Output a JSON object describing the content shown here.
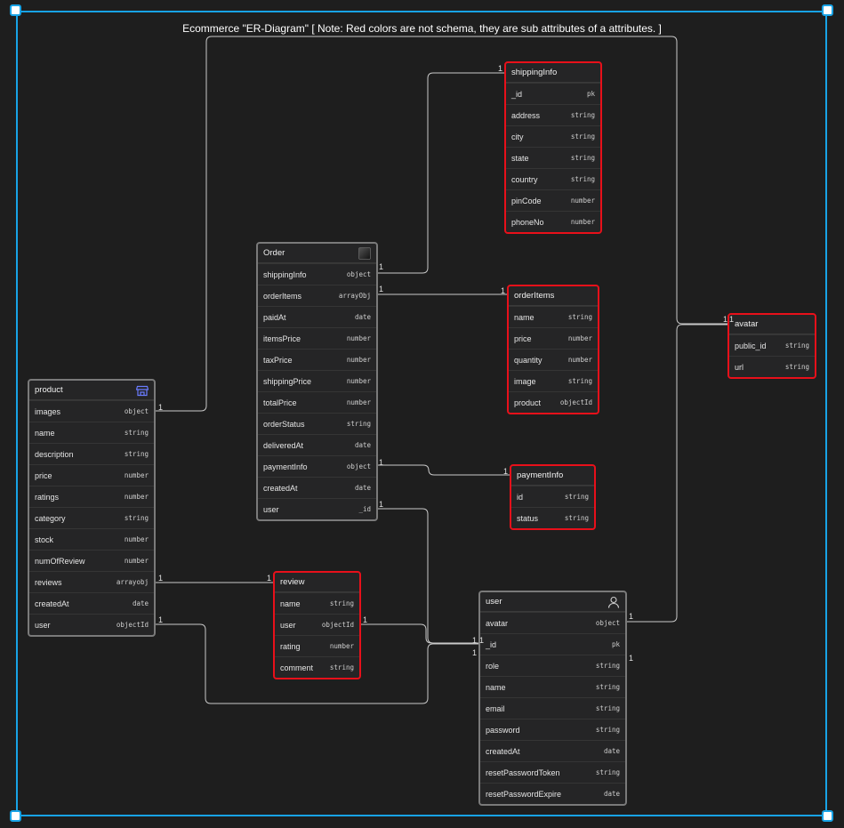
{
  "title": "Ecommerce \"ER-Diagram\"  [ Note: Red colors are not schema, they are sub attributes of a attributes. ]",
  "colors": {
    "selection": "#18a3e6",
    "sub_attribute_border": "#e8101a",
    "schema_border": "#7a7a7a",
    "background": "#1e1e1e"
  },
  "tables": {
    "product": {
      "name": "product",
      "icon": "store-icon",
      "fields": [
        {
          "name": "images",
          "type": "object"
        },
        {
          "name": "name",
          "type": "string"
        },
        {
          "name": "description",
          "type": "string"
        },
        {
          "name": "price",
          "type": "number"
        },
        {
          "name": "ratings",
          "type": "number"
        },
        {
          "name": "category",
          "type": "string"
        },
        {
          "name": "stock",
          "type": "number"
        },
        {
          "name": "numOfReview",
          "type": "number"
        },
        {
          "name": "reviews",
          "type": "arrayobj"
        },
        {
          "name": "createdAt",
          "type": "date"
        },
        {
          "name": "user",
          "type": "objectId"
        }
      ]
    },
    "order": {
      "name": "Order",
      "icon": "square-icon",
      "fields": [
        {
          "name": "shippingInfo",
          "type": "object"
        },
        {
          "name": "orderItems",
          "type": "arrayObj"
        },
        {
          "name": "paidAt",
          "type": "date"
        },
        {
          "name": "itemsPrice",
          "type": "number"
        },
        {
          "name": "taxPrice",
          "type": "number"
        },
        {
          "name": "shippingPrice",
          "type": "number"
        },
        {
          "name": "totalPrice",
          "type": "number"
        },
        {
          "name": "orderStatus",
          "type": "string"
        },
        {
          "name": "deliveredAt",
          "type": "date"
        },
        {
          "name": "paymentInfo",
          "type": "object"
        },
        {
          "name": "createdAt",
          "type": "date"
        },
        {
          "name": "user",
          "type": "_id"
        }
      ]
    },
    "shippingInfo": {
      "name": "shippingInfo",
      "fields": [
        {
          "name": "_id",
          "type": "pk"
        },
        {
          "name": "address",
          "type": "string"
        },
        {
          "name": "city",
          "type": "string"
        },
        {
          "name": "state",
          "type": "string"
        },
        {
          "name": "country",
          "type": "string"
        },
        {
          "name": "pinCode",
          "type": "number"
        },
        {
          "name": "phoneNo",
          "type": "number"
        }
      ]
    },
    "orderItems": {
      "name": "orderItems",
      "fields": [
        {
          "name": "name",
          "type": "string"
        },
        {
          "name": "price",
          "type": "number"
        },
        {
          "name": "quantity",
          "type": "number"
        },
        {
          "name": "image",
          "type": "string"
        },
        {
          "name": "product",
          "type": "objectId"
        }
      ]
    },
    "avatar": {
      "name": "avatar",
      "fields": [
        {
          "name": "public_id",
          "type": "string"
        },
        {
          "name": "url",
          "type": "string"
        }
      ]
    },
    "paymentInfo": {
      "name": "paymentInfo",
      "fields": [
        {
          "name": "id",
          "type": "string"
        },
        {
          "name": "status",
          "type": "string"
        }
      ]
    },
    "review": {
      "name": "review",
      "fields": [
        {
          "name": "name",
          "type": "string"
        },
        {
          "name": "user",
          "type": "objectId"
        },
        {
          "name": "rating",
          "type": "number"
        },
        {
          "name": "comment",
          "type": "string"
        }
      ]
    },
    "user": {
      "name": "user",
      "icon": "person-icon",
      "fields": [
        {
          "name": "avatar",
          "type": "object"
        },
        {
          "name": "_id",
          "type": "pk"
        },
        {
          "name": "role",
          "type": "string"
        },
        {
          "name": "name",
          "type": "string"
        },
        {
          "name": "email",
          "type": "string"
        },
        {
          "name": "password",
          "type": "string"
        },
        {
          "name": "createdAt",
          "type": "date"
        },
        {
          "name": "resetPasswordToken",
          "type": "string"
        },
        {
          "name": "resetPasswordExpire",
          "type": "date"
        }
      ]
    }
  },
  "relationships": [
    {
      "from": "product.images",
      "to": "avatar",
      "cardinality": [
        "1",
        "1"
      ]
    },
    {
      "from": "product.reviews",
      "to": "review",
      "cardinality": [
        "1",
        "1"
      ]
    },
    {
      "from": "product.user",
      "to": "user._id",
      "cardinality": [
        "1",
        "1"
      ]
    },
    {
      "from": "Order.shippingInfo",
      "to": "shippingInfo",
      "cardinality": [
        "1",
        "1"
      ]
    },
    {
      "from": "Order.orderItems",
      "to": "orderItems",
      "cardinality": [
        "1",
        "1"
      ]
    },
    {
      "from": "Order.paymentInfo",
      "to": "paymentInfo",
      "cardinality": [
        "1",
        "1"
      ]
    },
    {
      "from": "Order.user",
      "to": "user._id",
      "cardinality": [
        "1",
        "1"
      ]
    },
    {
      "from": "review.user",
      "to": "user._id",
      "cardinality": [
        "1",
        "1"
      ]
    },
    {
      "from": "user.avatar",
      "to": "avatar",
      "cardinality": [
        "1",
        "1"
      ]
    }
  ],
  "cardinality_label": "1"
}
